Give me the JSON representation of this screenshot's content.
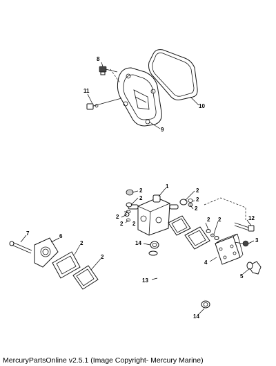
{
  "diagram": {
    "callouts": {
      "c8": "8",
      "c11": "11",
      "c10": "10",
      "c9": "9",
      "c1": "1",
      "c2_a": "2",
      "c2_b": "2",
      "c2_c": "2",
      "c2_d": "2",
      "c2_e": "2",
      "c2_f": "2",
      "c2_g": "2",
      "c2_h": "2",
      "c2_i": "2",
      "c2_j": "2",
      "c2_k": "2",
      "c3": "3",
      "c4": "4",
      "c5": "5",
      "c6": "6",
      "c7": "7",
      "c12": "12",
      "c13": "13",
      "c14_a": "14",
      "c14_b": "14"
    }
  },
  "footer": {
    "text": "MercuryPartsOnline v2.5.1 (Image Copyright- Mercury Marine)"
  }
}
